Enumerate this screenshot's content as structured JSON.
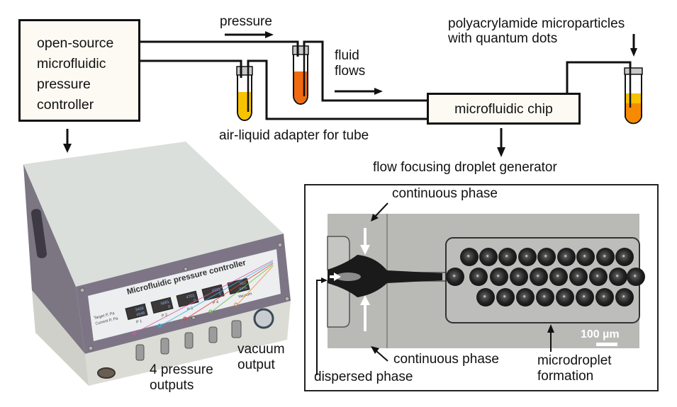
{
  "diagram": {
    "controller_box": {
      "lines": [
        "open-source",
        "microfluidic",
        "pressure",
        "controller"
      ]
    },
    "chip_box": {
      "label": "microfluidic chip"
    },
    "labels": {
      "pressure": "pressure",
      "fluid_flows": [
        "fluid",
        "flows"
      ],
      "adapter": "air-liquid adapter for tube",
      "particles": [
        "polyacrylamide microparticles",
        "with quantum dots"
      ],
      "droplet_generator": "flow focusing droplet generator",
      "pressure_outputs": [
        "4 pressure",
        "outputs"
      ],
      "vacuum_output": [
        "vacuum",
        "output"
      ]
    },
    "tubes": [
      {
        "name": "yellow-tube",
        "color": "#f7c200"
      },
      {
        "name": "orange-tube",
        "color": "#f26a0f"
      },
      {
        "name": "particle-tube",
        "color": "#f7a000"
      }
    ],
    "device": {
      "panel_title": "Microfluidic pressure controller",
      "row_labels": [
        "Target P, Pa",
        "Current P, Pa"
      ],
      "channels": [
        {
          "name": "P 1",
          "target": "3408",
          "current": "4948",
          "color": "#d15aa5"
        },
        {
          "name": "P 2",
          "target": "5681",
          "current": "0",
          "color": "#3ab3d9"
        },
        {
          "name": "P 3",
          "target": "4701",
          "current": "0",
          "color": "#e0413a"
        },
        {
          "name": "P 4",
          "target": "4211",
          "current": "0",
          "color": "#6cbf45"
        },
        {
          "name": "Vacuum",
          "target": "320",
          "current": "94%",
          "color": "#f08a2a"
        }
      ]
    },
    "micrograph": {
      "labels": {
        "continuous_top": "continuous phase",
        "continuous_bottom": "continuous phase",
        "dispersed": "dispersed phase",
        "microdroplet": [
          "microdroplet",
          "formation"
        ],
        "scale_bar": "100 µm"
      }
    }
  }
}
